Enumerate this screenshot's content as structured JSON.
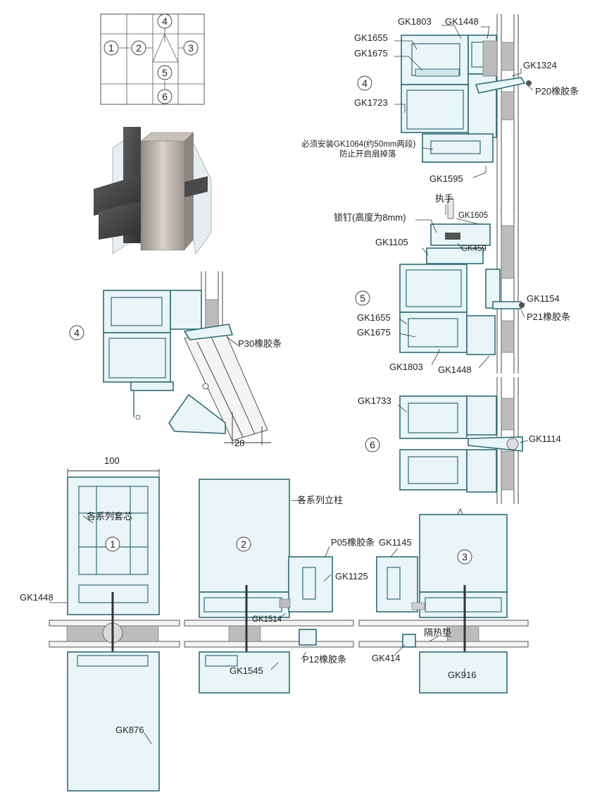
{
  "key_plan": {
    "labels": [
      "1",
      "2",
      "3",
      "4",
      "5",
      "6"
    ]
  },
  "detail4_top": {
    "num": "4",
    "labels": {
      "gk1803": "GK1803",
      "gk1448": "GK1448",
      "gk1655": "GK1655",
      "gk1675": "GK1675",
      "gk1324": "GK1324",
      "p20": "P20橡胶条",
      "gk1723": "GK1723",
      "note1": "必须安装GK1064(约50mm两段)",
      "note2": "防止开启扇掉落",
      "gk1595": "GK1595"
    }
  },
  "detail4_open": {
    "num": "4",
    "p30": "P30橡胶条",
    "dim28": "28"
  },
  "detail5": {
    "num": "5",
    "labels": {
      "handle": "执手",
      "lock": "锁钉(高度为8mm)",
      "gk1605": "GK1605",
      "gk459": "GK459",
      "gk1105": "GK1105",
      "gk1154": "GK1154",
      "p21": "P21橡胶条",
      "gk1655": "GK1655",
      "gk1675": "GK1675",
      "gk1803": "GK1803",
      "gk1448": "GK1448"
    }
  },
  "detail6": {
    "num": "6",
    "gk1733": "GK1733",
    "gk1114": "GK1114"
  },
  "detail1": {
    "num": "1",
    "dim100": "100",
    "core": "各系列套芯",
    "gk1448": "GK1448",
    "gk876": "GK876"
  },
  "detail2": {
    "num": "2",
    "mullion": "各系列立柱",
    "p05": "P05橡胶条",
    "gk1125": "GK1125",
    "gk1514": "GK1514",
    "p12": "P12橡胶条",
    "gk1545": "GK1545"
  },
  "detail3": {
    "num": "3",
    "gk1145": "GK1145",
    "gk414": "GK414",
    "insul": "隔热垫",
    "gk916": "GK916"
  }
}
